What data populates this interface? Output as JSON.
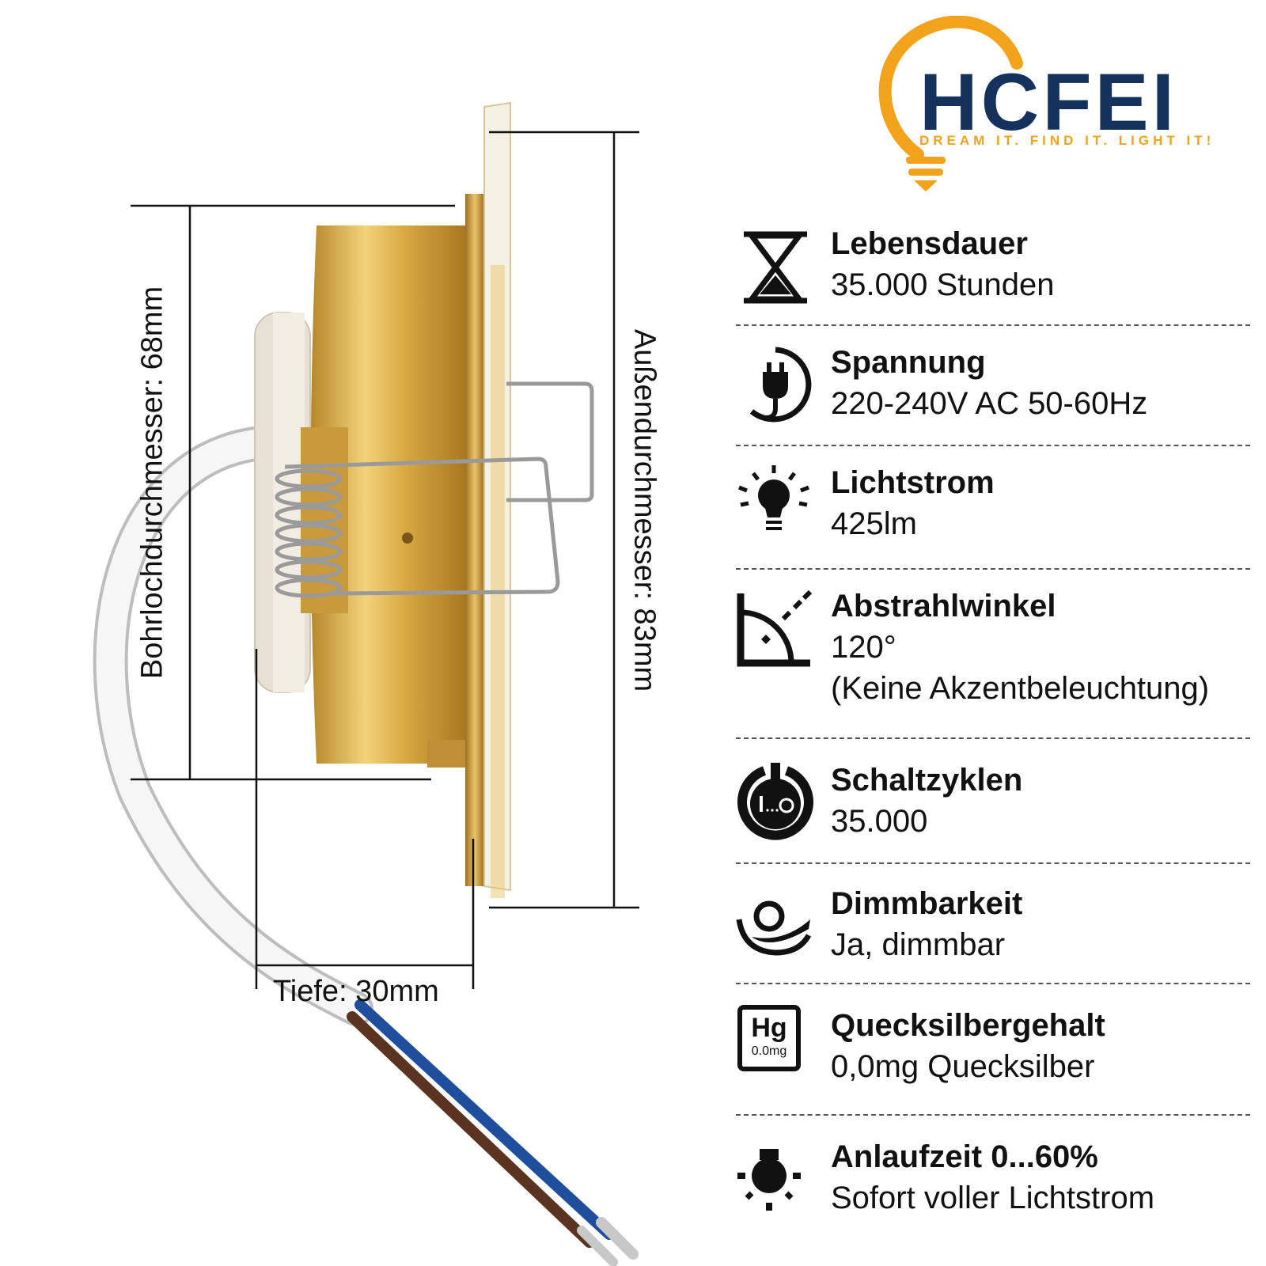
{
  "brand": {
    "name": "HCFEI",
    "tagline": "DREAM IT. FIND IT. LIGHT IT!",
    "colors": {
      "navy": "#14325c",
      "orange": "#f2a31b"
    }
  },
  "dimensions": {
    "bohrloch": "Bohrlochdurchmesser: 68mm",
    "aussen": "Außendurchmesser: 83mm",
    "tiefe": "Tiefe: 30mm"
  },
  "specs": [
    {
      "icon": "hourglass-icon",
      "title": "Lebensdauer",
      "value": "35.000 Stunden"
    },
    {
      "icon": "plug-icon",
      "title": "Spannung",
      "value": "220-240V AC 50-60Hz"
    },
    {
      "icon": "lightbulb-icon",
      "title": "Lichtstrom",
      "value": "425lm"
    },
    {
      "icon": "angle-icon",
      "title": "Abstrahlwinkel",
      "value": "120°",
      "value2": "(Keine Akzentbeleuchtung)"
    },
    {
      "icon": "power-icon",
      "title": "Schaltzyklen",
      "value": "35.000"
    },
    {
      "icon": "dimmer-icon",
      "title": "Dimmbarkeit",
      "value": "Ja, dimmbar"
    },
    {
      "icon": "mercury-icon",
      "title": "Quecksilbergehalt",
      "value": "0,0mg Quecksilber",
      "icon_text": "Hg",
      "icon_subtext": "0.0mg"
    },
    {
      "icon": "warmup-icon",
      "title": "Anlaufzeit 0...60%",
      "value": "Sofort voller Lichtstrom"
    }
  ]
}
